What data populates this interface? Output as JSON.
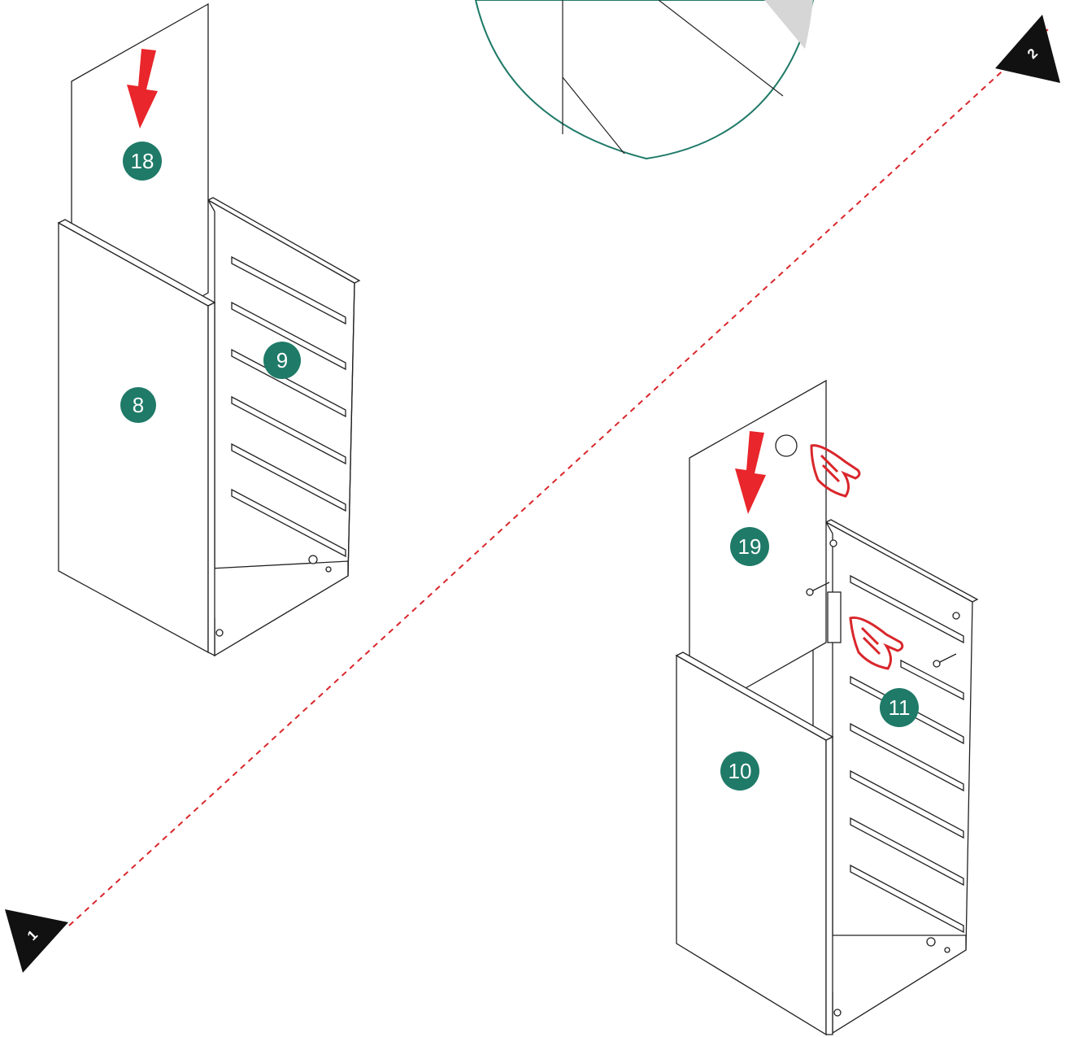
{
  "colors": {
    "badge": "#1f7a68",
    "arrow": "#e8262b",
    "guide": "#d9262b",
    "line": "#222222",
    "detail_fill": "#d6d6d6"
  },
  "step_markers": [
    {
      "label": "1"
    },
    {
      "label": "2"
    }
  ],
  "assembly_1": {
    "labels": {
      "back_panel": "18",
      "left_side": "8",
      "right_side": "9"
    }
  },
  "assembly_2": {
    "labels": {
      "back_panel": "19",
      "left_side": "10",
      "right_side": "11"
    }
  },
  "icons": [
    "arrow-down-icon",
    "finger-point-icon",
    "screw-icon",
    "detail-callout-icon"
  ]
}
